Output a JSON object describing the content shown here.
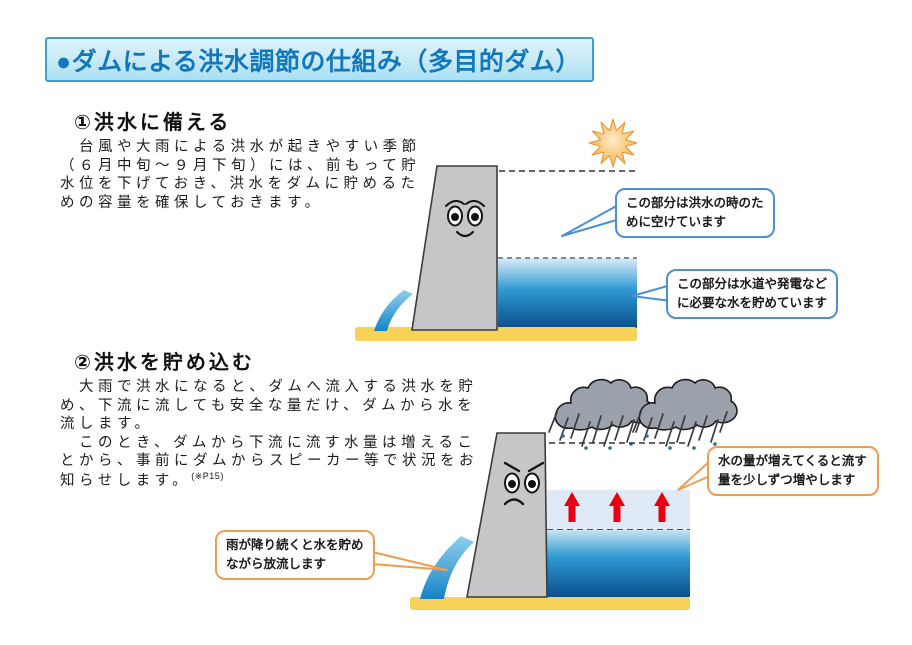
{
  "header": {
    "title": "●ダムによる洪水調節の仕組み（多目的ダム）"
  },
  "sections": [
    {
      "heading": "①洪水に備える",
      "body": "　台風や大雨による洪水が起きやすい季節\n（６月中旬～９月下旬）には、前もって貯\n水位を下げておき、洪水をダムに貯めるた\nめの容量を確保しておきます。",
      "callout_flood_space": "この部分は洪水の時のために空けています",
      "callout_stored_water": "この部分は水道や発電などに必要な水を貯めています"
    },
    {
      "heading": "②洪水を貯め込む",
      "body": "　大雨で洪水になると、ダムへ流入する洪水を貯\nめ、下流に流しても安全な量だけ、ダムから水を\n流します。\n　このとき、ダムから下流に流す水量は増えるこ\nとから、事前にダムからスピーカー等で状況をお\n知らせします。",
      "body_note": "(※P15)",
      "callout_release": "水の量が増えてくると流す量を少しずつ増やします",
      "callout_store_release": "雨が降り続くと水を貯めながら放流します"
    }
  ],
  "figures": {
    "calm_dam": {
      "weather_icon": "sun",
      "dam_expression": "smiling"
    },
    "flood_dam": {
      "weather_icon": "rain-clouds",
      "dam_expression": "angry",
      "rising_arrow_count": 3
    }
  },
  "colors": {
    "title_text": "#1377bd",
    "title_bar_border": "#3d9ed2",
    "callout_blue_border": "#4b8fd4",
    "callout_orange_border": "#ef9e50",
    "water_dark": "#0b4f8c",
    "water_mid": "#2f9ad4",
    "water_light": "#d9e9f7",
    "flood_zone": "#e0e9f6",
    "ground": "#f7d158",
    "dam_body": "#c6c6c8",
    "rain_cloud": "#9aa1ab",
    "arrow_red": "#e60012",
    "sun": "#f6ad4a"
  }
}
